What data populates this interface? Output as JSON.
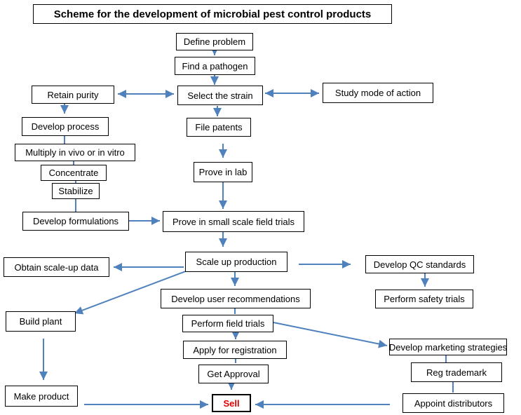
{
  "title": "Scheme for the development of microbial pest control products",
  "nodes": {
    "define_problem": "Define problem",
    "find_pathogen": "Find a pathogen",
    "select_strain": "Select the strain",
    "retain_purity": "Retain purity",
    "study_mode": "Study mode  of action",
    "develop_process": "Develop process",
    "file_patents": "File patents",
    "multiply": "Multiply in vivo or in vitro",
    "concentrate": "Concentrate",
    "prove_lab": "Prove in lab",
    "stabilize": "Stabilize",
    "develop_formulations": "Develop formulations",
    "prove_field": "Prove in small scale field trials",
    "scale_up": "Scale up production",
    "obtain_data": "Obtain scale-up data",
    "develop_qc": "Develop QC standards",
    "develop_user_rec": "Develop user recommendations",
    "perform_safety": "Perform safety trials",
    "build_plant": "Build plant",
    "perform_field": "Perform field trials",
    "develop_marketing": "Develop marketing strategies",
    "apply_registration": "Apply for registration",
    "get_approval": "Get Approval",
    "reg_trademark": "Reg trademark",
    "make_product": "Make product",
    "sell": "Sell",
    "appoint_distributors": "Appoint distributors"
  },
  "colors": {
    "arrow": "#4f81bd",
    "sell_text": "#e00000"
  }
}
